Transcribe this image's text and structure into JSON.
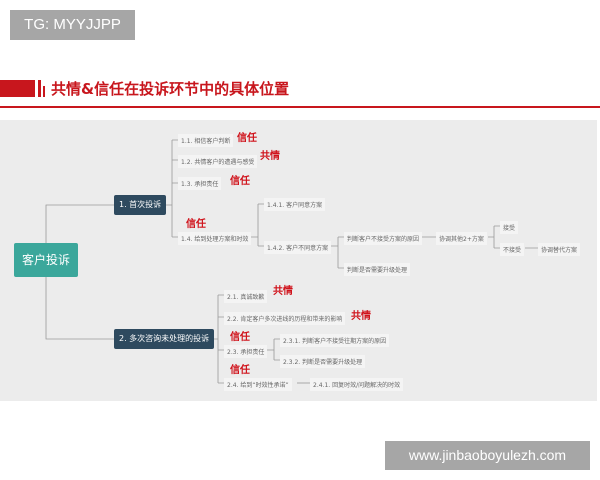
{
  "badge": "TG: MYYJJPP",
  "title": "共情&信任在投诉环节中的具体位置",
  "watermark": "www.jinbaoboyulezh.com",
  "root": "客户投诉",
  "branch1": {
    "label": "1. 首次投诉",
    "n11": "1.1. 相信客户判断",
    "t11": "信任",
    "n12": "1.2. 共情客户的遭遇与感受",
    "t12": "共情",
    "n13": "1.3. 承担责任",
    "t13": "信任",
    "n14": "1.4. 给到处理方案和时效",
    "t14": "信任",
    "n141": "1.4.1. 客户同意方案",
    "n142": "1.4.2. 客户不同意方案",
    "reason": "判断客户不接受方案的原因",
    "coord": "协调其他2+方案",
    "accept": "接受",
    "reject": "不接受",
    "alt": "协调替代方案",
    "upgrade": "判断是否需要升级处理"
  },
  "branch2": {
    "label": "2. 多次咨询未处理的投诉",
    "n21": "2.1. 真诚致歉",
    "t21": "共情",
    "n22": "2.2. 肯定客户多次进线的历程和带来的影响",
    "t22": "共情",
    "n23": "2.3. 承担责任",
    "t23": "信任",
    "n231": "2.3.1. 判断客户不接受往期方案的原因",
    "n232": "2.3.2. 判断是否需要升级处理",
    "n24": "2.4. 给到“时效性承诺”",
    "t24": "信任",
    "n241": "2.4.1. 回复时效/问题解决的时效"
  }
}
